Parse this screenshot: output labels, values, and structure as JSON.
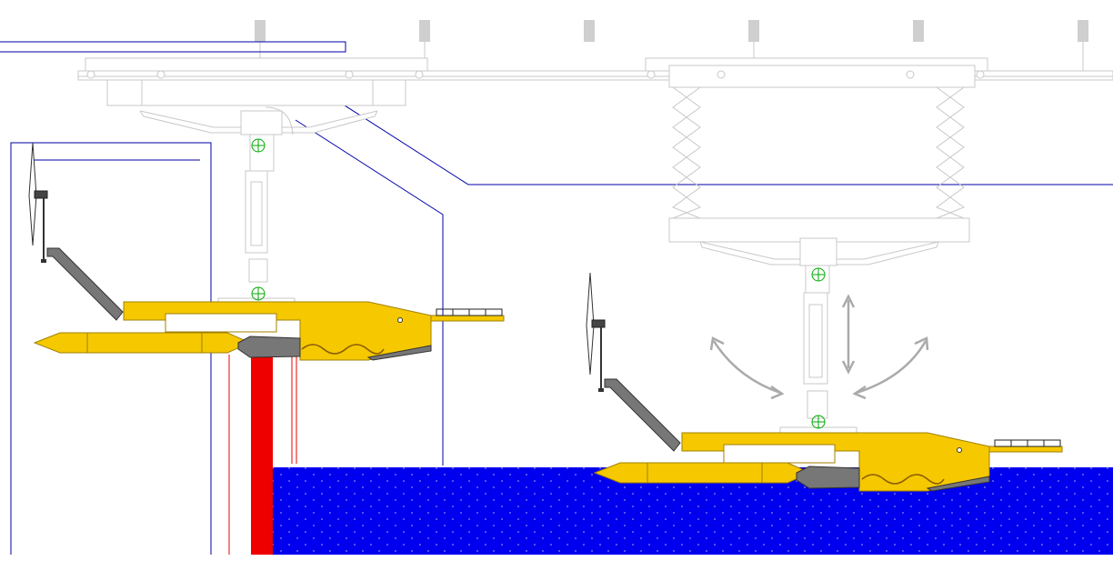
{
  "diagram": {
    "kind": "cad-drawing",
    "text_labels": [],
    "colors": {
      "water": "#0000ee",
      "hull": "#f5c800",
      "hull_edge": "#a08000",
      "post": "#ee0000",
      "frame_line": "#0000aa",
      "gantry": "#c8c8c8",
      "crosshair": "#00aa00",
      "steel": "#777777",
      "wind_vane": "#333333"
    },
    "components": [
      "overhead-rail",
      "gantry-trolley-left",
      "gantry-trolley-right",
      "scissor-lift",
      "lift-arm-left",
      "lift-arm-right",
      "vessel-left",
      "vessel-right",
      "pier-post",
      "water-tank",
      "frame-outline",
      "motion-arrows"
    ],
    "icons": [
      "crosshair-icon",
      "bidirectional-arrow-icon",
      "curved-arrow-icon",
      "wind-vane-icon"
    ]
  }
}
